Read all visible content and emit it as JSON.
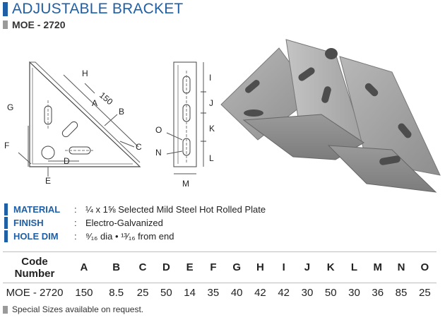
{
  "title": "ADJUSTABLE BRACKET",
  "subtitle": "MOE - 2720",
  "colors": {
    "accent": "#1f5fa6",
    "marker_gray": "#9a9a9a"
  },
  "drawing_labels": {
    "side": {
      "H": "H",
      "dim150": "150",
      "A": "A",
      "B": "B",
      "G": "G",
      "F": "F",
      "C": "C",
      "D": "D",
      "E": "E"
    },
    "front": {
      "I": "I",
      "J": "J",
      "K": "K",
      "O": "O",
      "N": "N",
      "L": "L",
      "M": "M"
    }
  },
  "specs": [
    {
      "label": "MATERIAL",
      "colon": ":",
      "value": "¼ x 1⅝ Selected Mild Steel Hot Rolled Plate"
    },
    {
      "label": "FINISH",
      "colon": ":",
      "value": "Electro-Galvanized"
    },
    {
      "label": "HOLE DIM",
      "colon": ":",
      "value": "⁹⁄₁₆ dia • ¹³⁄₁₆ from end"
    }
  ],
  "table": {
    "code_header": "Code Number",
    "columns": [
      "A",
      "B",
      "C",
      "D",
      "E",
      "F",
      "G",
      "H",
      "I",
      "J",
      "K",
      "L",
      "M",
      "N",
      "O"
    ],
    "row": {
      "code": "MOE - 2720",
      "values": [
        "150",
        "8.5",
        "25",
        "50",
        "14",
        "35",
        "40",
        "42",
        "42",
        "30",
        "50",
        "30",
        "36",
        "85",
        "25"
      ]
    }
  },
  "footer": "Special Sizes available on request."
}
